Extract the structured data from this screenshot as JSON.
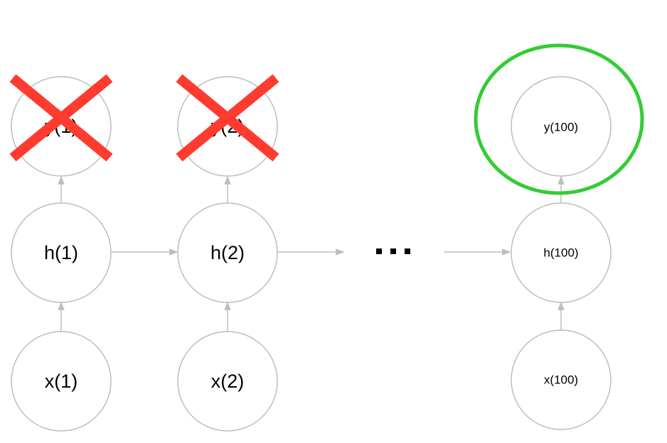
{
  "nodes": {
    "y1": "y(1)",
    "y2": "y(2)",
    "y100": "y(100)",
    "h1": "h(1)",
    "h2": "h(2)",
    "h100": "h(100)",
    "x1": "x(1)",
    "x2": "x(2)",
    "x100": "x(100)"
  },
  "colors": {
    "node_stroke": "#bdbdbd",
    "arrow": "#bdbdbd",
    "cross": "#ff3b30",
    "highlight": "#33cc33"
  },
  "markers": {
    "y1_status": "crossed-out",
    "y2_status": "crossed-out",
    "y100_status": "highlighted"
  }
}
